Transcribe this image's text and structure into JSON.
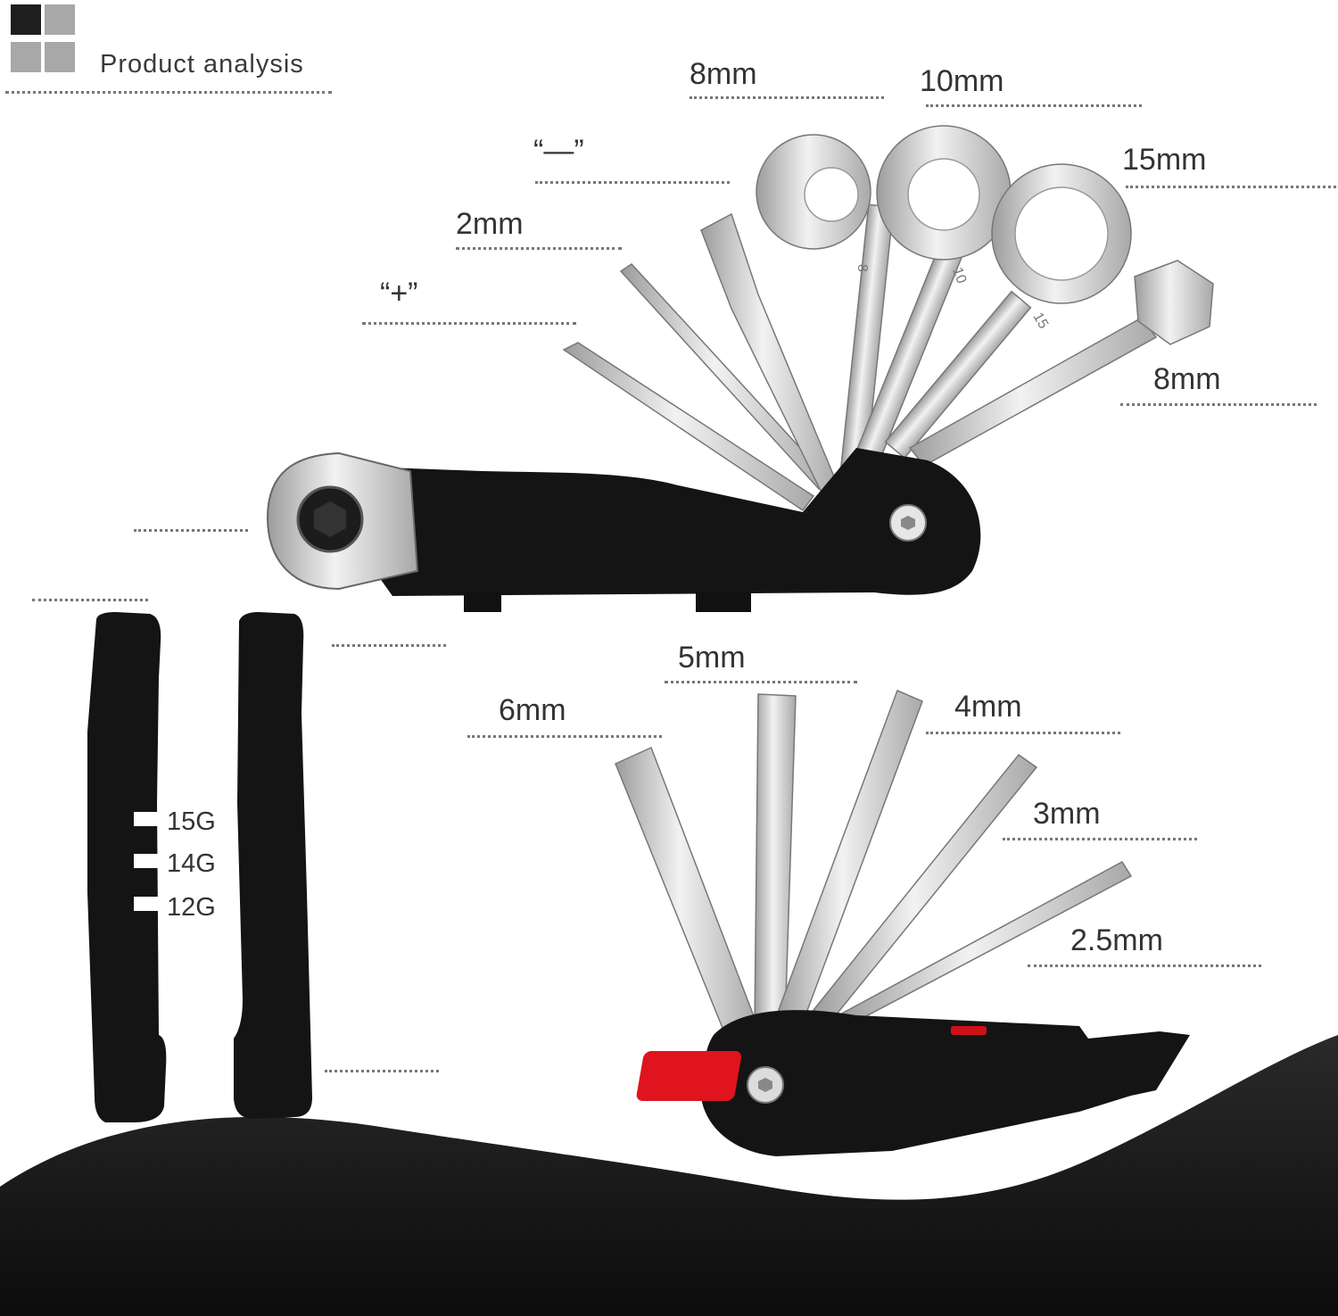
{
  "header": {
    "title": "Product analysis",
    "logo_colors": [
      "#1e1e1e",
      "#a8a8a8",
      "#a8a8a8",
      "#a8a8a8"
    ]
  },
  "multitool_top": {
    "labels": {
      "phillips": "“+”",
      "hex_2mm": "2mm",
      "flat": "“—”",
      "wrench_8mm": "8mm",
      "wrench_10mm": "10mm",
      "wrench_15mm": "15mm",
      "socket_8mm": "8mm"
    },
    "wrench_stamps": [
      "8",
      "10",
      "15"
    ]
  },
  "tire_levers": {
    "spoke_gauges": [
      "15G",
      "14G",
      "12G"
    ]
  },
  "multitool_bottom": {
    "labels": {
      "hex_6mm": "6mm",
      "hex_5mm": "5mm",
      "hex_4mm": "4mm",
      "hex_3mm": "3mm",
      "hex_2_5mm": "2.5mm"
    }
  },
  "colors": {
    "background": "#ffffff",
    "tool_body": "#141414",
    "steel": "#d9d9d9",
    "accent_red": "#e0141e",
    "wave": "#1a1a1a"
  }
}
